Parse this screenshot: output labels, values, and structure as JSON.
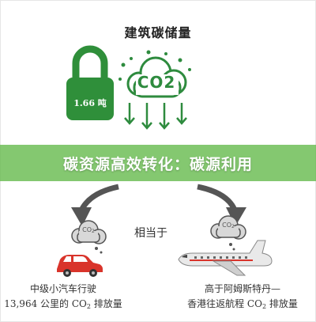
{
  "title": "建筑碳储量",
  "lock_label": "1.66 吨",
  "cloud_label": "CO2",
  "banner_text": "碳资源高效转化：碳源利用",
  "equiv_label": "相当于",
  "car_cloud": {
    "main": "CO",
    "sub": "2"
  },
  "plane_cloud": {
    "main": "CO",
    "sub": "2"
  },
  "car_caption": {
    "line1": "中级小汽车行驶",
    "line2_pre": "13,964 公里的 CO",
    "line2_sub": "2",
    "line2_post": " 排放量"
  },
  "plane_caption": {
    "line1": "高于阿姆斯特丹—",
    "line2_pre": "香港往返航程 CO",
    "line2_sub": "2",
    "line2_post": " 排放量"
  },
  "colors": {
    "green": "#2e8b3e",
    "lock_green": "#2f8f3a",
    "banner": "#62b848",
    "arrow_gray": "#555555",
    "car_red": "#d9342b"
  }
}
